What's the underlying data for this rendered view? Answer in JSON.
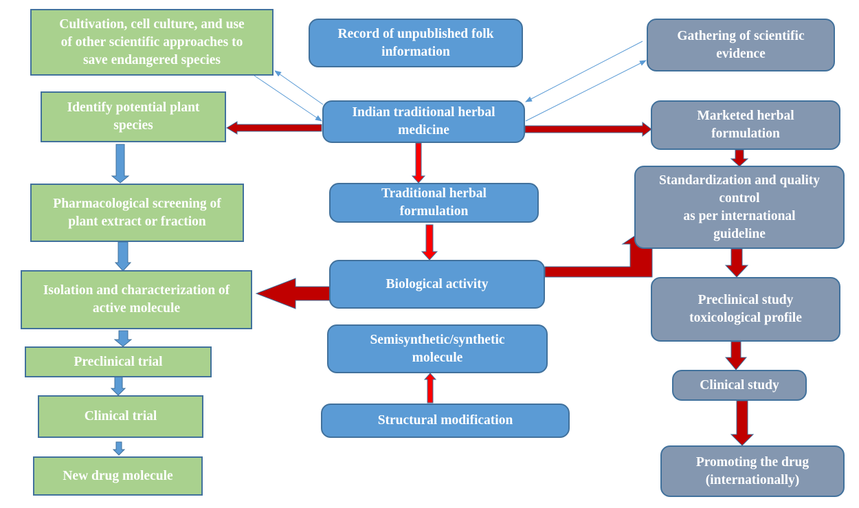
{
  "colors": {
    "green_box": "#a9d18e",
    "blue_box": "#5b9bd5",
    "gray_box": "#8497b0",
    "box_border": "#41719c",
    "red_arrow": "#c00000",
    "bright_red_arrow": "#ff0000",
    "blue_arrow": "#5b9bd5"
  },
  "left_column": {
    "cultivation": "Cultivation, cell culture, and use\nof  other scientific approaches to\nsave endangered species",
    "identify": "Identify potential plant\nspecies",
    "pharmacological": "Pharmacological screening of\nplant extract or fraction",
    "isolation": "Isolation and characterization of\nactive molecule",
    "preclinical_trial": "Preclinical trial",
    "clinical_trial": "Clinical trial",
    "new_drug": "New drug molecule"
  },
  "center_column": {
    "record_folk": "Record of unpublished folk\ninformation",
    "indian_traditional": "Indian traditional herbal\nmedicine",
    "traditional_formulation": "Traditional herbal\nformulation",
    "biological_activity": "Biological activity",
    "semisynthetic": "Semisynthetic/synthetic\nmolecule",
    "structural_modification": "Structural modification"
  },
  "right_column": {
    "gathering_evidence": "Gathering of scientific\nevidence",
    "marketed_formulation": "Marketed herbal\nformulation",
    "standardization": "Standardization and quality\ncontrol\nas per international\nguideline",
    "preclinical_study": "Preclinical study\ntoxicological profile",
    "clinical_study": "Clinical study",
    "promoting": "Promoting the drug\n(internationally)"
  }
}
